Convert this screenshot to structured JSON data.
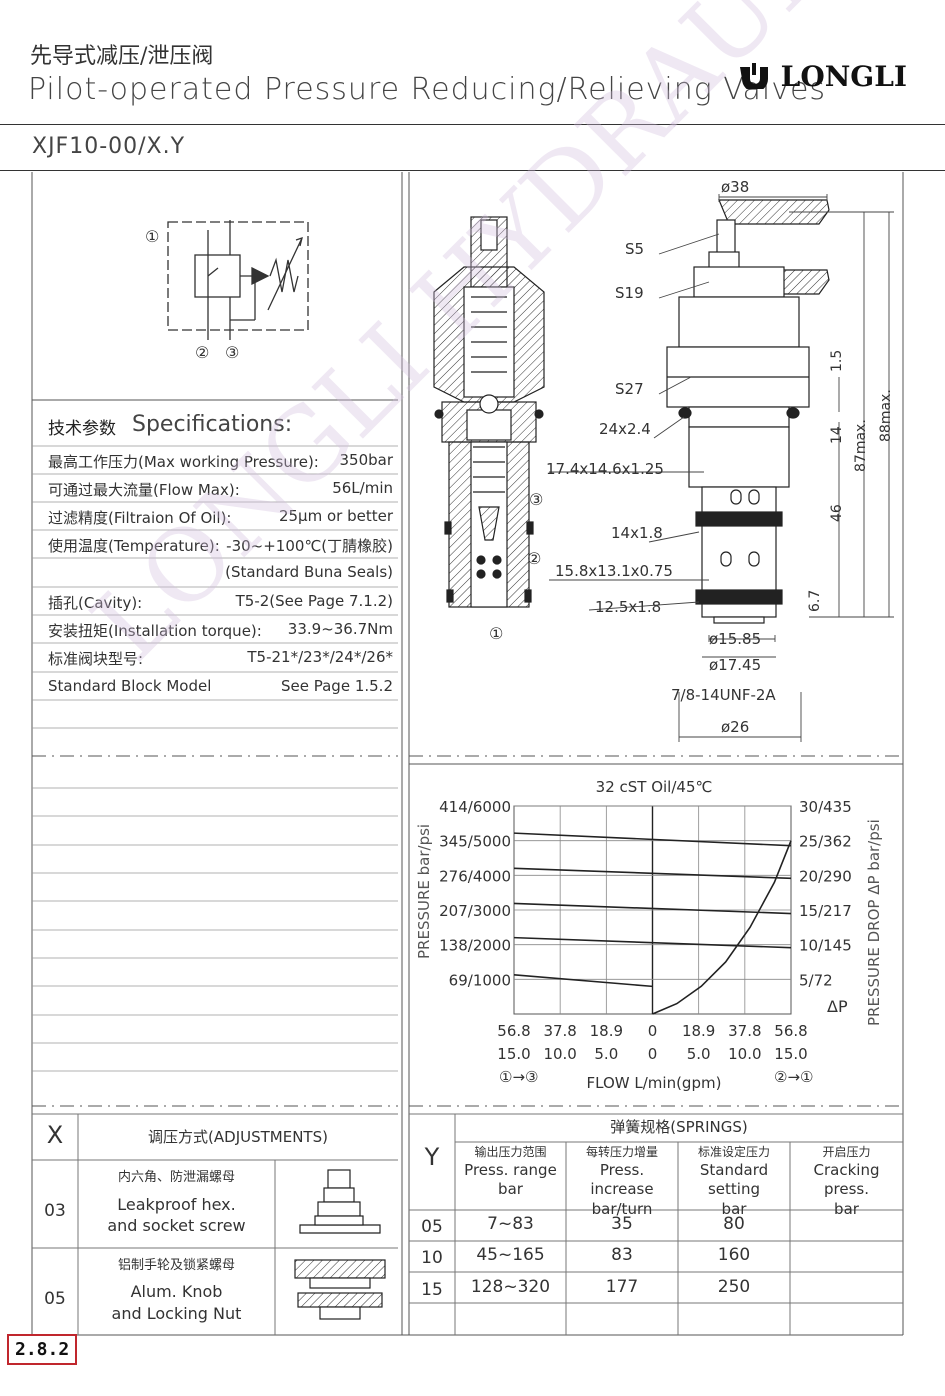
{
  "header": {
    "title_cn": "先导式减压/泄压阀",
    "title_en": "Pilot-operated Pressure Reducing/Relieving Valves",
    "brand": "LONGLI",
    "model": "XJF10-00/X.Y"
  },
  "symbol": {
    "port1": "①",
    "port2": "②",
    "port3": "③"
  },
  "specs": {
    "title_cn": "技术参数",
    "title_en": "Specifications:",
    "rows": [
      {
        "label": "最高工作压力(Max working Pressure):",
        "value": "350bar"
      },
      {
        "label": "可通过最大流量(Flow Max):",
        "value": "56L/min"
      },
      {
        "label": "过滤精度(Filtraion Of Oil):",
        "value": "25μm or better"
      },
      {
        "label": "使用温度(Temperature):",
        "value": "-30~+100℃(丁腈橡胶)"
      },
      {
        "label": "",
        "value": "(Standard Buna Seals)"
      },
      {
        "label": "插孔(Cavity):",
        "value": "T5-2(See Page 7.1.2)"
      },
      {
        "label": "安装扭矩(Installation torque):",
        "value": "33.9~36.7Nm"
      },
      {
        "label": "标准阀块型号:",
        "value": "T5-21*/23*/24*/26*"
      },
      {
        "label": "Standard Block Model",
        "value": "See Page 1.5.2"
      }
    ]
  },
  "drawing": {
    "port1": "①",
    "port2": "②",
    "port3": "③",
    "d38": "ø38",
    "s5": "S5",
    "s19": "S19",
    "s27": "S27",
    "oring1": "24x2.4",
    "oring2": "17.4x14.6x1.25",
    "oring3": "14x1.8",
    "oring4": "15.8x13.1x0.75",
    "oring5": "12.5x1.8",
    "d1585": "ø15.85",
    "d1745": "ø17.45",
    "thread": "7/8-14UNF-2A",
    "d26": "ø26",
    "dim15": "1.5",
    "dim14": "14",
    "dim46": "46",
    "dim67": "6.7",
    "max87": "87max.",
    "max88": "88max."
  },
  "chart_data": {
    "type": "line",
    "title": "32 cST Oil/45℃",
    "ylabel": "PRESSURE bar/psi",
    "y2label": "PRESSURE DROP ΔP bar/psi",
    "xlabel": "FLOW L/min(gpm)",
    "y_ticks": [
      "414/6000",
      "345/5000",
      "276/4000",
      "207/3000",
      "138/2000",
      "69/1000"
    ],
    "y2_ticks": [
      "30/435",
      "25/362",
      "20/290",
      "15/217",
      "10/145",
      "5/72"
    ],
    "x_ticks_lpm": [
      "56.8",
      "37.8",
      "18.9",
      "0",
      "18.9",
      "37.8",
      "56.8"
    ],
    "x_ticks_gpm": [
      "15.0",
      "10.0",
      "5.0",
      "0",
      "5.0",
      "10.0",
      "15.0"
    ],
    "flow_left": "①→③",
    "flow_right": "②→①",
    "dp_label": "ΔP",
    "ylim": [
      0,
      414
    ],
    "xlim": [
      -56.8,
      56.8
    ],
    "series": [
      {
        "x": [
          -56.8,
          56.8
        ],
        "y": [
          360,
          335
        ]
      },
      {
        "x": [
          -56.8,
          56.8
        ],
        "y": [
          290,
          270
        ]
      },
      {
        "x": [
          -56.8,
          56.8
        ],
        "y": [
          220,
          200
        ]
      },
      {
        "x": [
          -56.8,
          56.8
        ],
        "y": [
          152,
          132
        ]
      },
      {
        "x": [
          -56.8,
          0
        ],
        "y": [
          78,
          55
        ]
      },
      {
        "name": "ΔP",
        "x": [
          0,
          10,
          20,
          30,
          40,
          50,
          56.8
        ],
        "y": [
          0,
          1.5,
          4,
          7.5,
          12.5,
          19,
          25
        ]
      }
    ]
  },
  "adjustments": {
    "col_x": "X",
    "title": "调压方式(ADJUSTMENTS)",
    "rows": [
      {
        "code": "03",
        "name_cn": "内六角、防泄漏螺母",
        "name_en1": "Leakproof hex.",
        "name_en2": "and socket screw"
      },
      {
        "code": "05",
        "name_cn": "铝制手轮及锁紧螺母",
        "name_en1": "Alum. Knob",
        "name_en2": "and Locking Nut"
      }
    ]
  },
  "springs": {
    "col_y": "Y",
    "title": "弹簧规格(SPRINGS)",
    "headers": [
      {
        "cn": "输出压力范围",
        "en1": "Press. range",
        "en2": "bar"
      },
      {
        "cn": "每转压力增量",
        "en1": "Press. increase",
        "en2": "bar/turn"
      },
      {
        "cn": "标准设定压力",
        "en1": "Standard setting",
        "en2": "bar"
      },
      {
        "cn": "开启压力",
        "en1": "Cracking press.",
        "en2": "bar"
      }
    ],
    "rows": [
      {
        "code": "05",
        "range": "7~83",
        "inc": "35",
        "std": "80",
        "crack": ""
      },
      {
        "code": "10",
        "range": "45~165",
        "inc": "83",
        "std": "160",
        "crack": ""
      },
      {
        "code": "15",
        "range": "128~320",
        "inc": "177",
        "std": "250",
        "crack": ""
      }
    ]
  },
  "page": {
    "number": "2.8.2",
    "watermark": "LONGLI HYDRAULICS"
  }
}
